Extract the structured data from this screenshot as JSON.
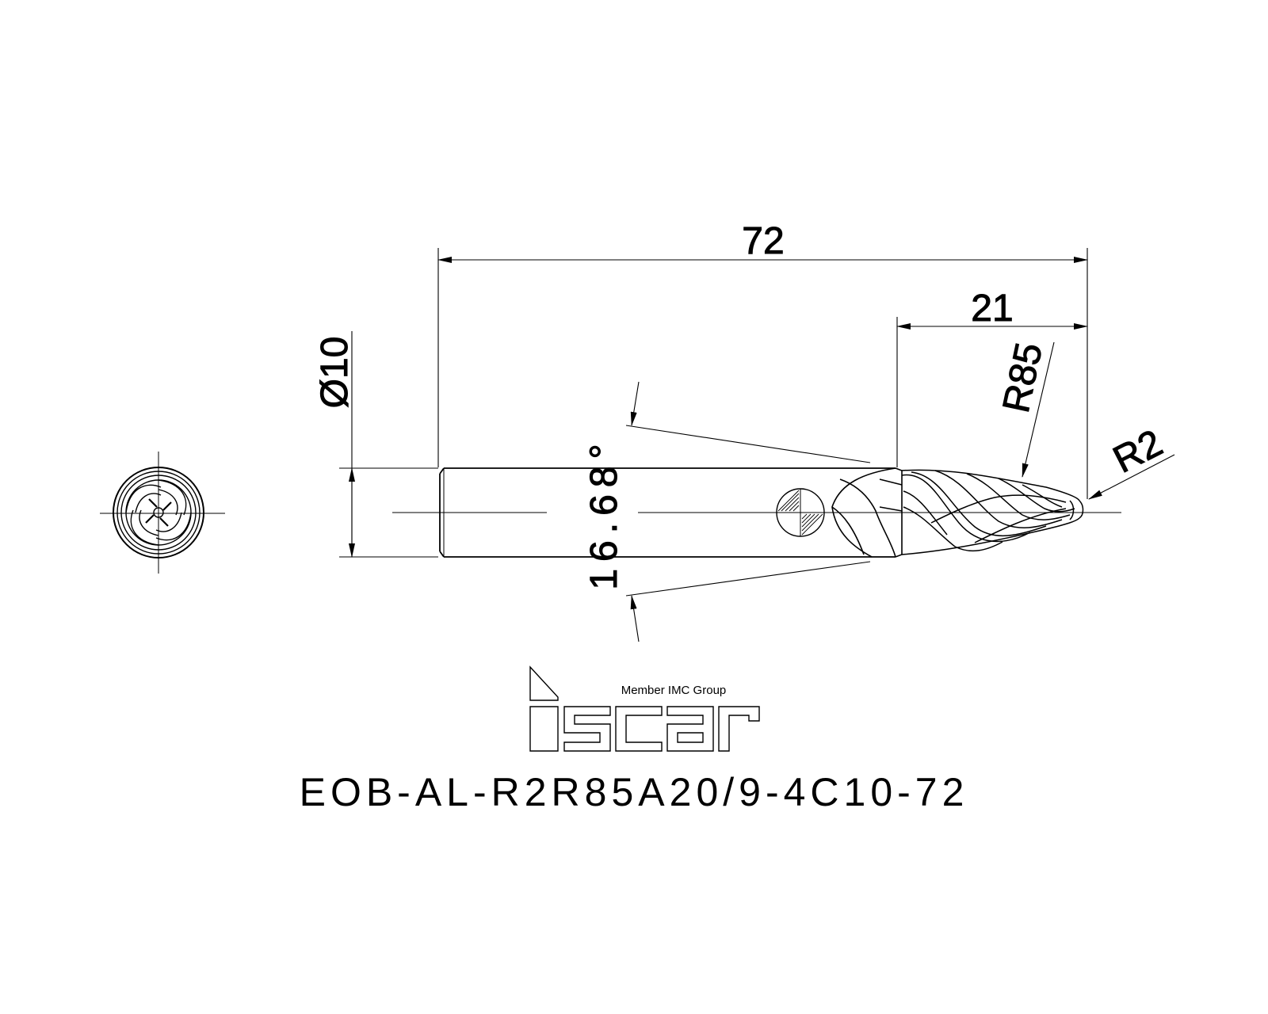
{
  "drawing": {
    "dimensions": {
      "overall_length": "72",
      "flute_length": "21",
      "shank_diameter": "Ø10",
      "taper_angle": "16.68°",
      "profile_radius": "R85",
      "tip_radius": "R2"
    },
    "logo": {
      "brand": "iscar",
      "tagline": "Member IMC Group"
    },
    "part_number": "EOB-AL-R2R85A20/9-4C10-72",
    "colors": {
      "line": "#000000",
      "background": "#ffffff",
      "hatch": "#000000"
    }
  }
}
